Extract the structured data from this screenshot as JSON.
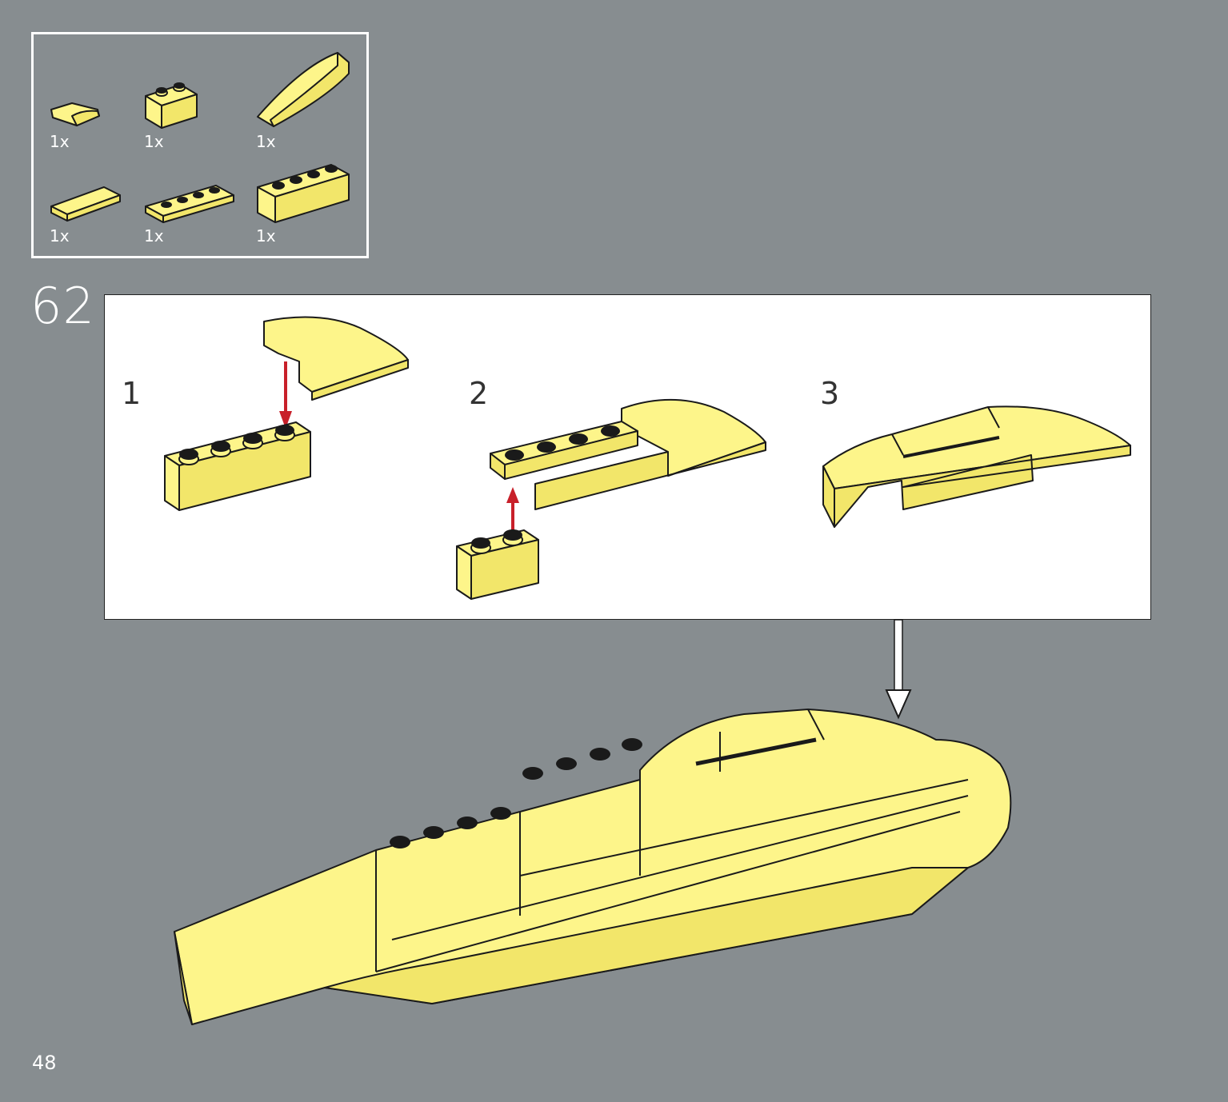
{
  "parts_list": {
    "items": [
      {
        "qty": "1x",
        "icon": "curved-slope-1x2-icon"
      },
      {
        "qty": "1x",
        "icon": "brick-1x2-icon"
      },
      {
        "qty": "1x",
        "icon": "curved-slope-1x4-icon"
      },
      {
        "qty": "1x",
        "icon": "tile-1x4-icon"
      },
      {
        "qty": "1x",
        "icon": "plate-1x4-icon"
      },
      {
        "qty": "1x",
        "icon": "brick-1x4-icon"
      }
    ]
  },
  "step": {
    "number": "62",
    "substeps": [
      {
        "label": "1"
      },
      {
        "label": "2"
      },
      {
        "label": "3"
      }
    ]
  },
  "colors": {
    "background": "#878d90",
    "brick_yellow": "#fdf58a",
    "arrow_red": "#c8202a",
    "outline": "#1a1a1a"
  },
  "page": {
    "number": "48"
  }
}
